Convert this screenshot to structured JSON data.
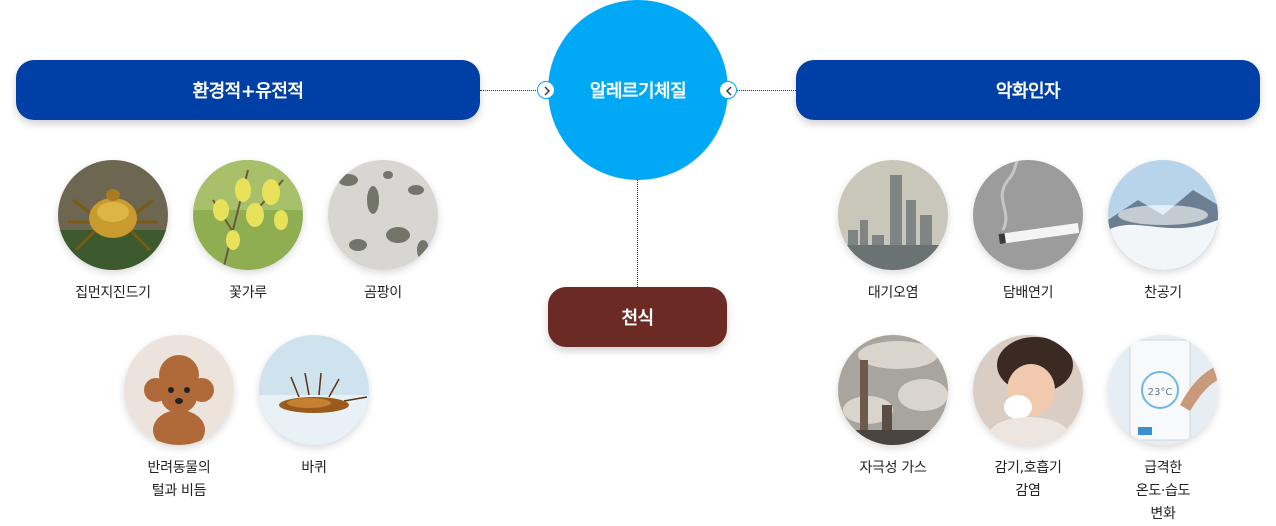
{
  "center": {
    "label": "알레르기체질"
  },
  "left_group": {
    "title": "환경적+유전적",
    "items": [
      {
        "label": "집먼지진드기",
        "icon": "dust-mite-photo"
      },
      {
        "label": "꽃가루",
        "icon": "pollen-photo"
      },
      {
        "label": "곰팡이",
        "icon": "mold-photo"
      },
      {
        "label": "반려동물의\n털과 비듬",
        "icon": "dog-photo"
      },
      {
        "label": "바퀴",
        "icon": "cockroach-photo"
      }
    ]
  },
  "right_group": {
    "title": "악화인자",
    "items": [
      {
        "label": "대기오염",
        "icon": "city-smog-photo"
      },
      {
        "label": "담배연기",
        "icon": "cigarette-photo"
      },
      {
        "label": "찬공기",
        "icon": "snow-mountain-photo"
      },
      {
        "label": "자극성 가스",
        "icon": "factory-smoke-photo"
      },
      {
        "label": "감기,호흡기\n감염",
        "icon": "child-sneezing-photo"
      },
      {
        "label": "급격한\n온도·습도\n변화",
        "icon": "thermostat-photo"
      }
    ]
  },
  "bottom": {
    "label": "천식"
  },
  "thermostat_reading": "23°C",
  "colors": {
    "primary_blue": "#003fa6",
    "center_cyan": "#00a8f5",
    "asthma_brown": "#6b2a23"
  }
}
